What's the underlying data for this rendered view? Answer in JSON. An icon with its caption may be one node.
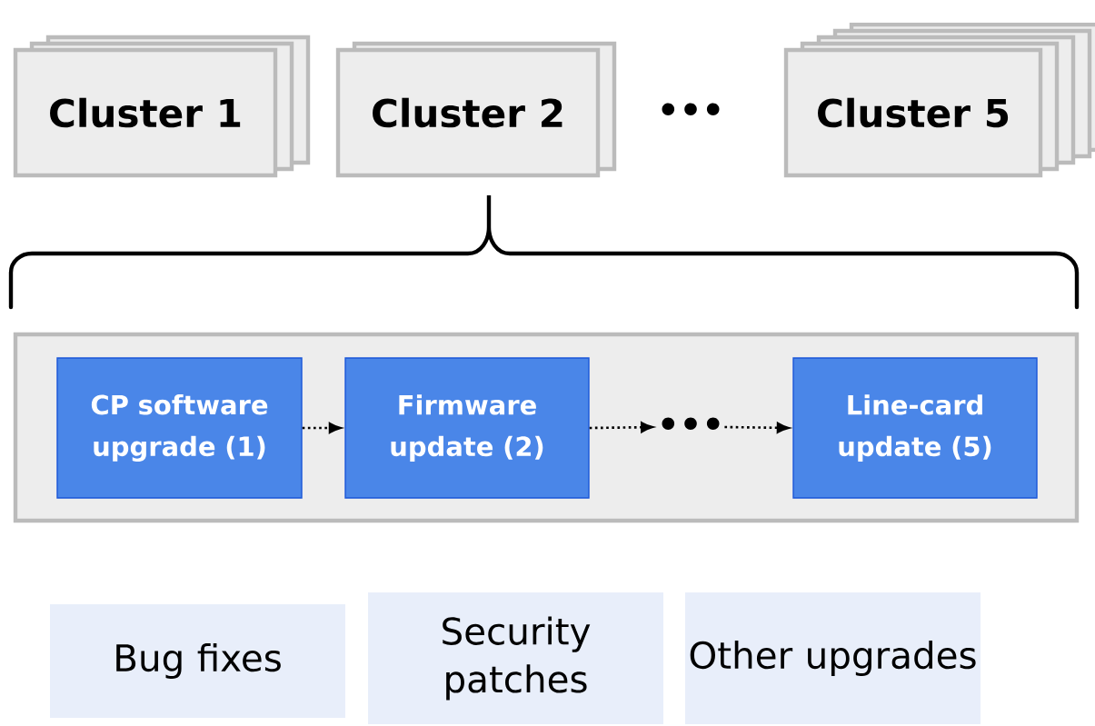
{
  "diagram": {
    "nodes": [
      {
        "text": [
          "Cluster 1"
        ]
      },
      {
        "text": [
          "Cluster 2"
        ]
      },
      {
        "text": [
          "Cluster 5"
        ]
      },
      {
        "text": [],
        "shape": "box"
      },
      {
        "text": [
          "CP software upgrade (1)"
        ],
        "in": 3
      },
      {
        "text": [
          "Firmware update (2)"
        ],
        "in": 3
      },
      {
        "text": [
          "•••"
        ],
        "in": 3
      },
      {
        "text": [
          "Line-card update (5)"
        ],
        "in": 3
      },
      {
        "text": [
          "Bug fixes"
        ]
      },
      {
        "text": [
          "Security patches"
        ]
      },
      {
        "text": [
          "Other upgrades"
        ]
      }
    ],
    "edges": [
      {
        "from": 4,
        "to": 5,
        "arrow": "to",
        "style": "dashed"
      },
      {
        "from": 5,
        "to": 6,
        "arrow": "to",
        "style": "dashed"
      },
      {
        "from": 6,
        "to": 7,
        "arrow": "to",
        "style": "dashed"
      }
    ],
    "labels": [
      "•••"
    ]
  }
}
